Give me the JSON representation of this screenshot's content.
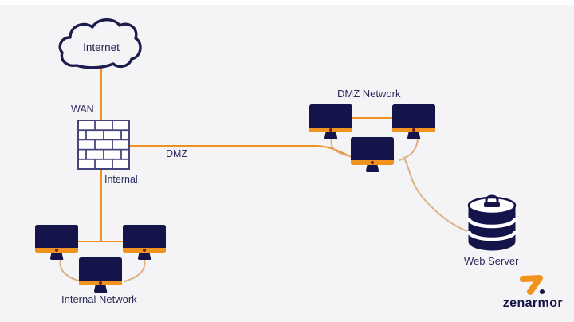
{
  "colors": {
    "background": "#f4f4f6",
    "navy": "#14144a",
    "orange": "#f0941f",
    "line_orange": "#ef9120",
    "curve_tan": "#dcb183",
    "text": "#2c2c5c",
    "firewall_outline": "#45457c"
  },
  "diagram": {
    "internet": {
      "label": "Internet"
    },
    "firewall": {
      "wan_label": "WAN",
      "dmz_label": "DMZ",
      "internal_label": "Internal"
    },
    "dmz_network": {
      "label": "DMZ Network",
      "computer_count": 3
    },
    "internal_network": {
      "label": "Internal Network",
      "computer_count": 3
    },
    "web_server": {
      "label": "Web Server"
    },
    "connections": [
      {
        "from": "internet",
        "to": "firewall",
        "interface": "WAN"
      },
      {
        "from": "firewall",
        "to": "dmz_network",
        "interface": "DMZ"
      },
      {
        "from": "firewall",
        "to": "internal_network",
        "interface": "Internal"
      },
      {
        "from": "dmz_network",
        "to": "web_server",
        "interface": ""
      }
    ]
  },
  "brand": {
    "name": "zenarmor"
  }
}
